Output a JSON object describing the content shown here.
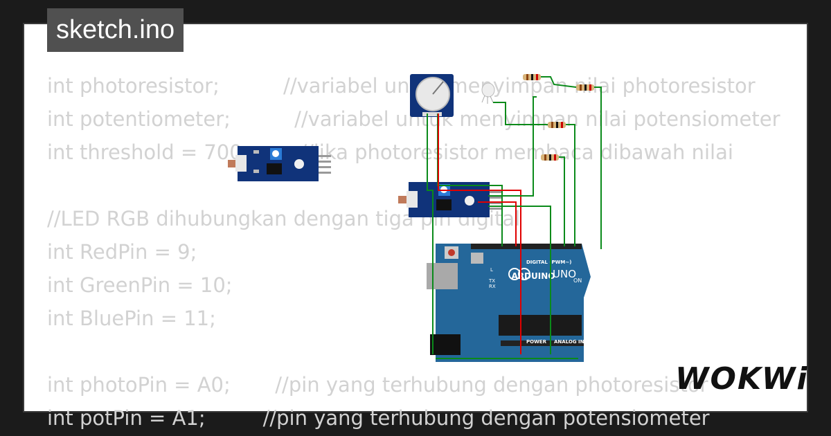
{
  "tab": {
    "title": "sketch.ino"
  },
  "code_lines": [
    "int photoresistor;          //variabel untuk menyimpan nilai photoresistor",
    "int potentiometer;          //variabel untuk menyimpan nilai potensiometer",
    "int threshold = 700;        //jika photoresistor membaca dibawah nilai",
    "",
    "//LED RGB dihubungkan dengan tiga pin digital",
    "int RedPin = 9;",
    "int GreenPin = 10;",
    "int BluePin = 11;",
    "",
    "int photoPin = A0;       //pin yang terhubung dengan photoresistor",
    "int potPin = A1;         //pin yang terhubung dengan potensiometer"
  ],
  "brand": {
    "logo_text": "WOKWi"
  },
  "arduino": {
    "brand_label": "ARDUINO",
    "model_label": "UNO",
    "on_label": "ON",
    "tx_label": "TX",
    "rx_label": "RX",
    "l_label": "L",
    "digital_label": "DIGITAL (PWM~)",
    "power_label": "POWER",
    "analog_label": "ANALOG IN"
  },
  "colors": {
    "background": "#1b1b1b",
    "card": "#ffffff",
    "tab": "#505050",
    "code": "#d2d2d2",
    "board": "#24679a",
    "sensor_board": "#10337a",
    "wire_green": "#0a8a1a",
    "wire_red": "#e00000"
  }
}
